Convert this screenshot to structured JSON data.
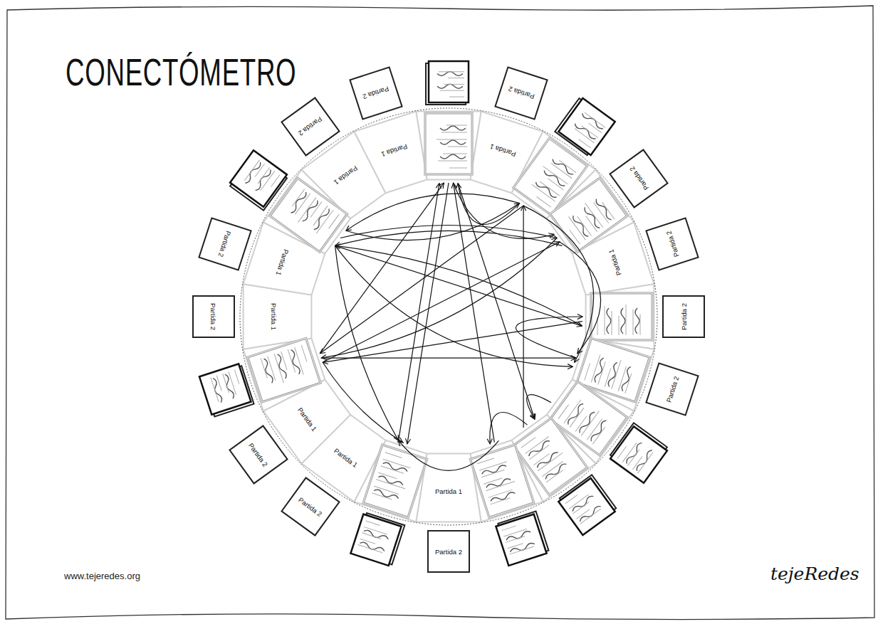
{
  "diagram": {
    "title": "CONECTÓMETRO",
    "nodes": [
      {
        "text": [
          "Partida 1"
        ]
      },
      {
        "text": [
          "Partida 2"
        ]
      },
      {
        "text": [
          "Partida 2"
        ]
      },
      {
        "text": [
          "Partida 1"
        ]
      },
      {
        "text": [
          "Partida 2"
        ]
      },
      {
        "text": [
          "Partida 2"
        ]
      },
      {
        "text": [
          "Partida 2"
        ]
      },
      {
        "text": [
          "Partida 1"
        ]
      },
      {
        "text": [
          "Partida 2"
        ]
      },
      {
        "text": [
          "Partida 1"
        ]
      },
      {
        "text": [
          "Partida 2"
        ]
      },
      {
        "text": [
          "Partida 1"
        ]
      },
      {
        "text": [
          "Partida 2"
        ]
      },
      {
        "text": [
          "Partida 1"
        ]
      },
      {
        "text": [
          "Partida 2"
        ]
      },
      {
        "text": [
          "Partida 1"
        ]
      },
      {
        "text": [
          "Partida 2"
        ]
      },
      {
        "text": [
          "Partida 1"
        ]
      },
      {
        "text": [
          "Partida 2"
        ]
      },
      {
        "text": [
          "Partida 1"
        ]
      },
      {
        "text": [
          "Partida 2"
        ]
      }
    ],
    "labels": [
      "www.tejeredes.org",
      "tejeRedes"
    ]
  }
}
